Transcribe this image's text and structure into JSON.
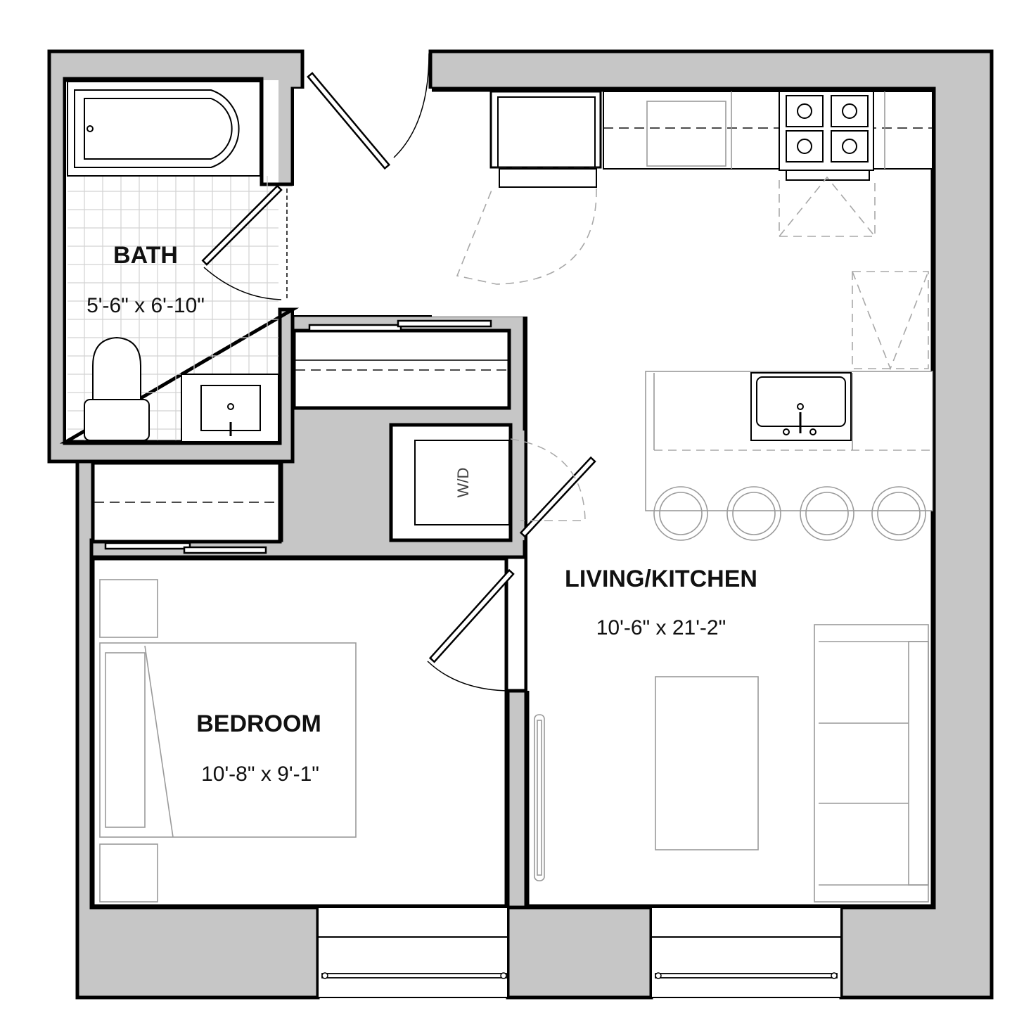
{
  "rooms": {
    "bath": {
      "name": "BATH",
      "size": "5'-6\" x 6'-10\""
    },
    "living_kitchen": {
      "name": "LIVING/KITCHEN",
      "size": "10'-6\" x 21'-2\""
    },
    "bedroom": {
      "name": "BEDROOM",
      "size": "10'-8\" x 9'-1\""
    }
  },
  "appliances": {
    "washer_dryer": "W/D"
  },
  "colors": {
    "wall_fill": "#c6c6c6",
    "line": "#000000",
    "furniture": "#9a9a9a",
    "background": "#ffffff"
  }
}
